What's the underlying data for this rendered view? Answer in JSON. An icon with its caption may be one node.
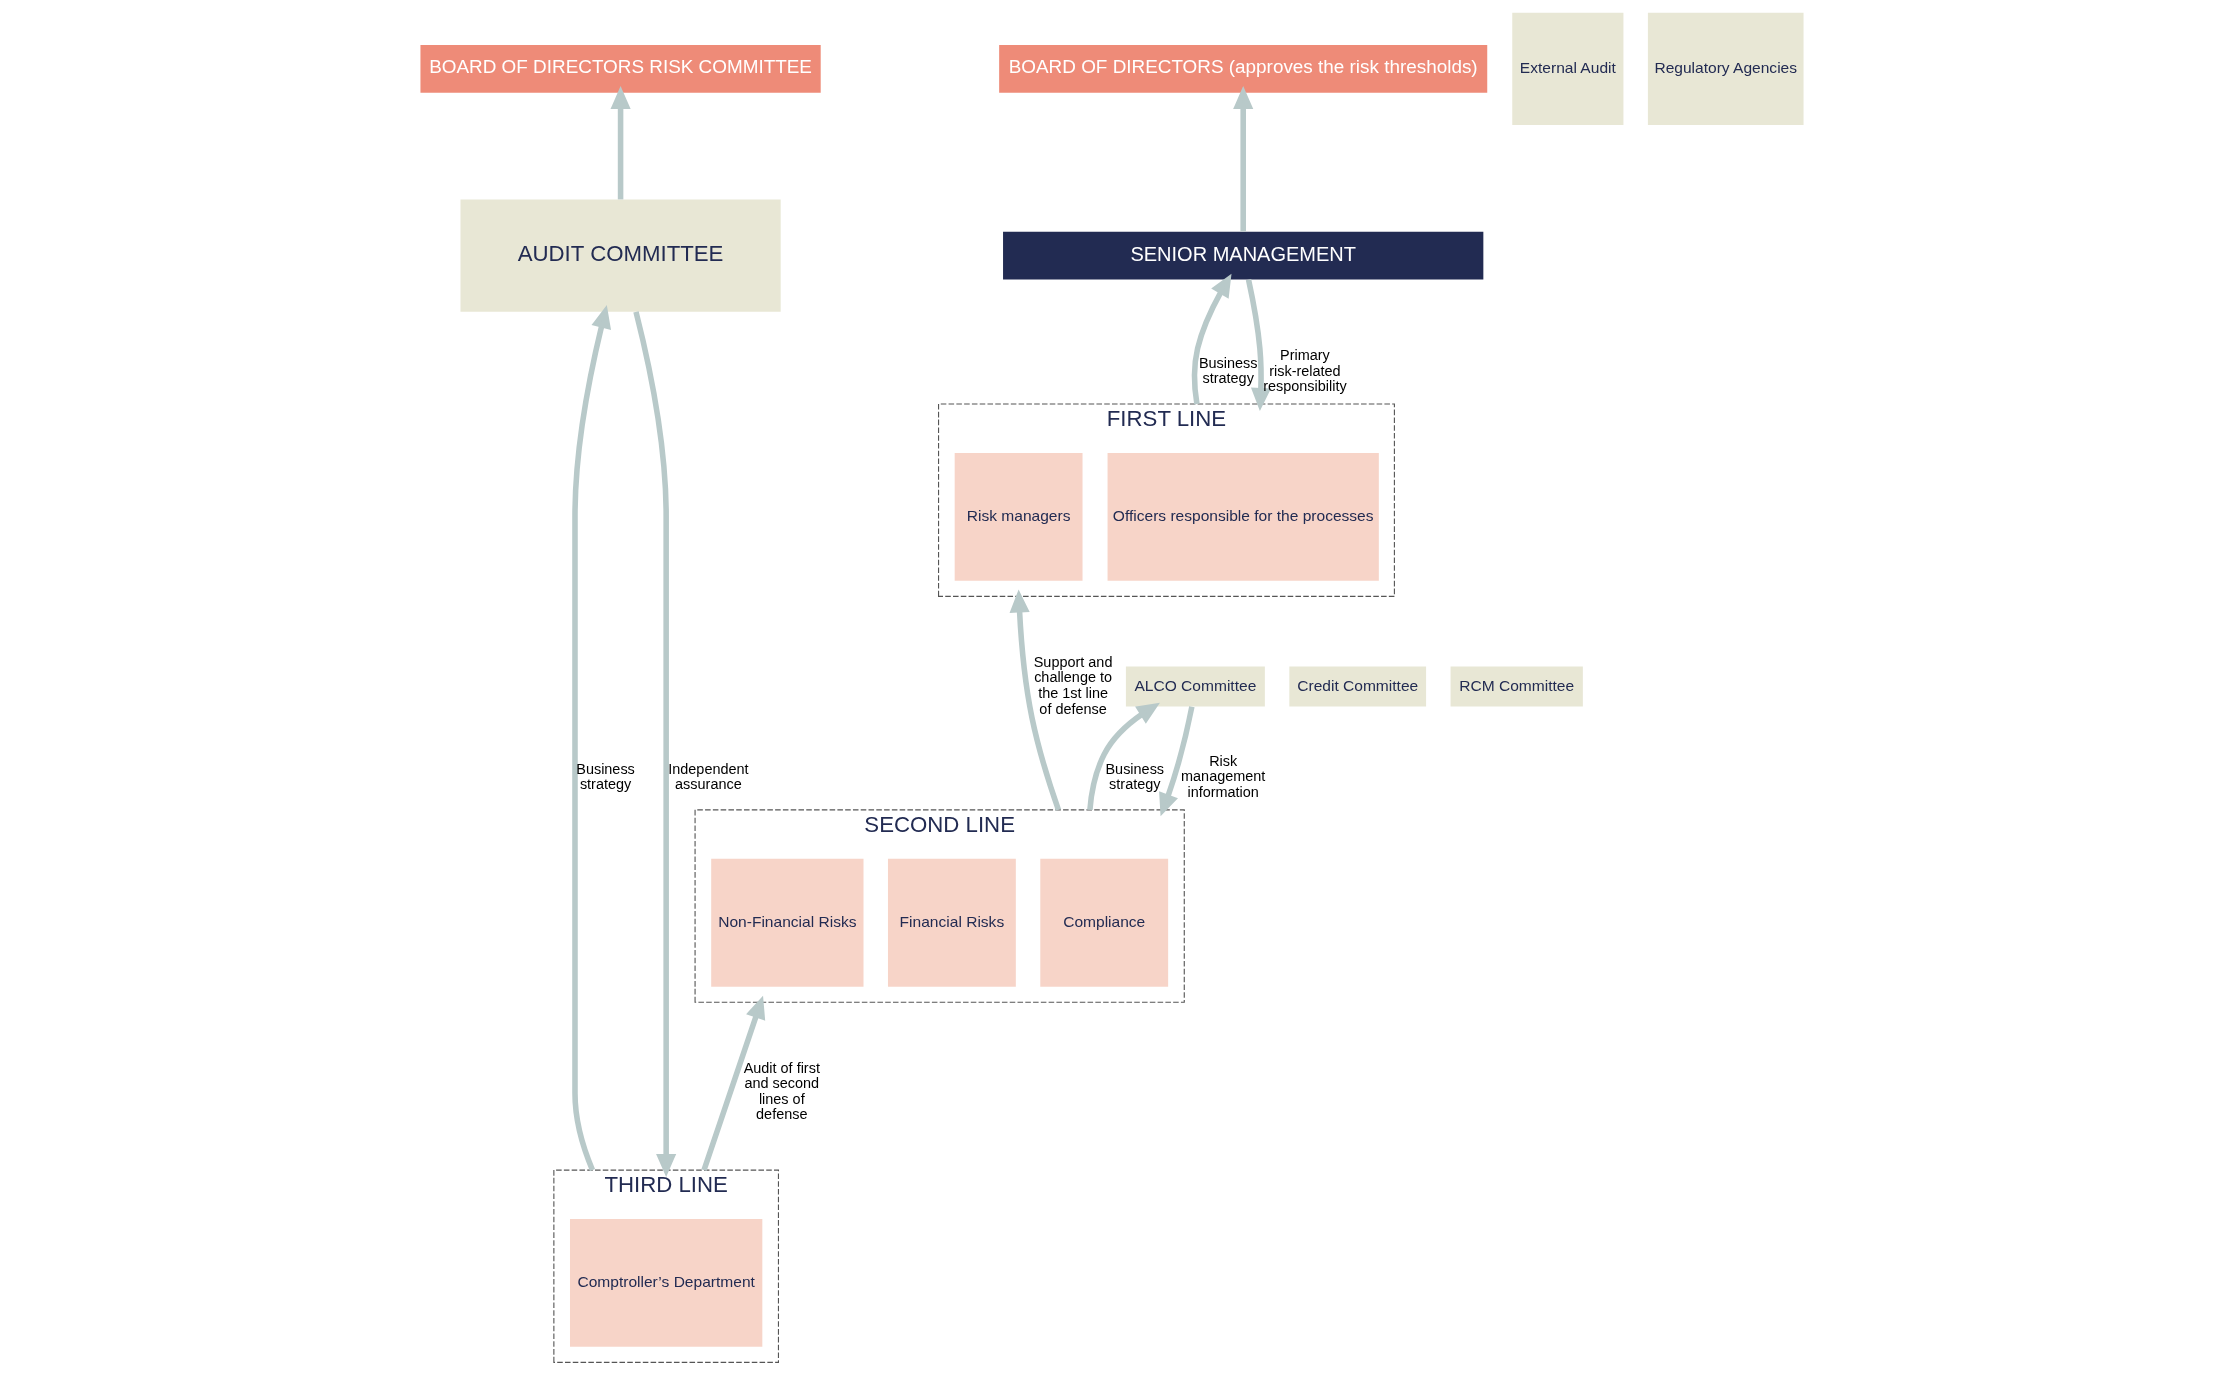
{
  "diagram": {
    "nodes": [
      {
        "text": [
          "BOARD OF DIRECTORS (approves the risk thresholds)"
        ]
      },
      {
        "text": [
          "BOARD OF DIRECTORS RISK COMMITTEE"
        ]
      },
      {
        "text": [
          "SENIOR MANAGEMENT"
        ]
      },
      {
        "text": [
          "Credit Committee"
        ]
      },
      {
        "text": [
          "ALCO Committee"
        ]
      },
      {
        "text": [
          "RCM Committee"
        ]
      },
      {
        "text": [
          "AUDIT COMMITTEE"
        ]
      },
      {
        "text": [
          "FIRST LINE"
        ]
      },
      {
        "text": [
          "Officers responsible for the processes"
        ],
        "in": 7
      },
      {
        "text": [
          "Risk managers"
        ],
        "in": 7
      },
      {
        "text": [
          "SECOND LINE"
        ]
      },
      {
        "text": [
          "Compliance"
        ],
        "in": 10
      },
      {
        "text": [
          "Financial Risks"
        ],
        "in": 10
      },
      {
        "text": [
          "Non-Financial Risks"
        ],
        "in": 10
      },
      {
        "text": [
          "THIRD LINE"
        ]
      },
      {
        "text": [
          "Comptroller’s Department"
        ],
        "in": 14
      },
      {
        "text": [
          "External Audit"
        ]
      },
      {
        "text": [
          "Regulatory Agencies"
        ]
      }
    ],
    "edges": [
      {
        "from": 2,
        "to": 0,
        "arrow": "to"
      },
      {
        "from": 6,
        "to": 1,
        "arrow": "to"
      },
      {
        "from": 7,
        "to": 2,
        "arrow": "to",
        "label": "Business strategy"
      },
      {
        "from": 2,
        "to": 7,
        "arrow": "to",
        "label": "Primary risk-related responsibility"
      },
      {
        "from": 10,
        "to": 4,
        "arrow": "to",
        "label": "Business strategy"
      },
      {
        "from": 4,
        "to": 10,
        "arrow": "to",
        "label": "Risk management information"
      },
      {
        "from": 14,
        "to": 6,
        "arrow": "to",
        "label": "Business strategy"
      },
      {
        "from": 6,
        "to": 14,
        "arrow": "to",
        "label": "Independent assurance"
      },
      {
        "from": 10,
        "to": 7,
        "arrow": "to",
        "label": "Support and challenge to the 1st line of defense"
      },
      {
        "from": 14,
        "to": 10,
        "arrow": "to",
        "label": "Audit of first and second lines of defense"
      }
    ]
  }
}
